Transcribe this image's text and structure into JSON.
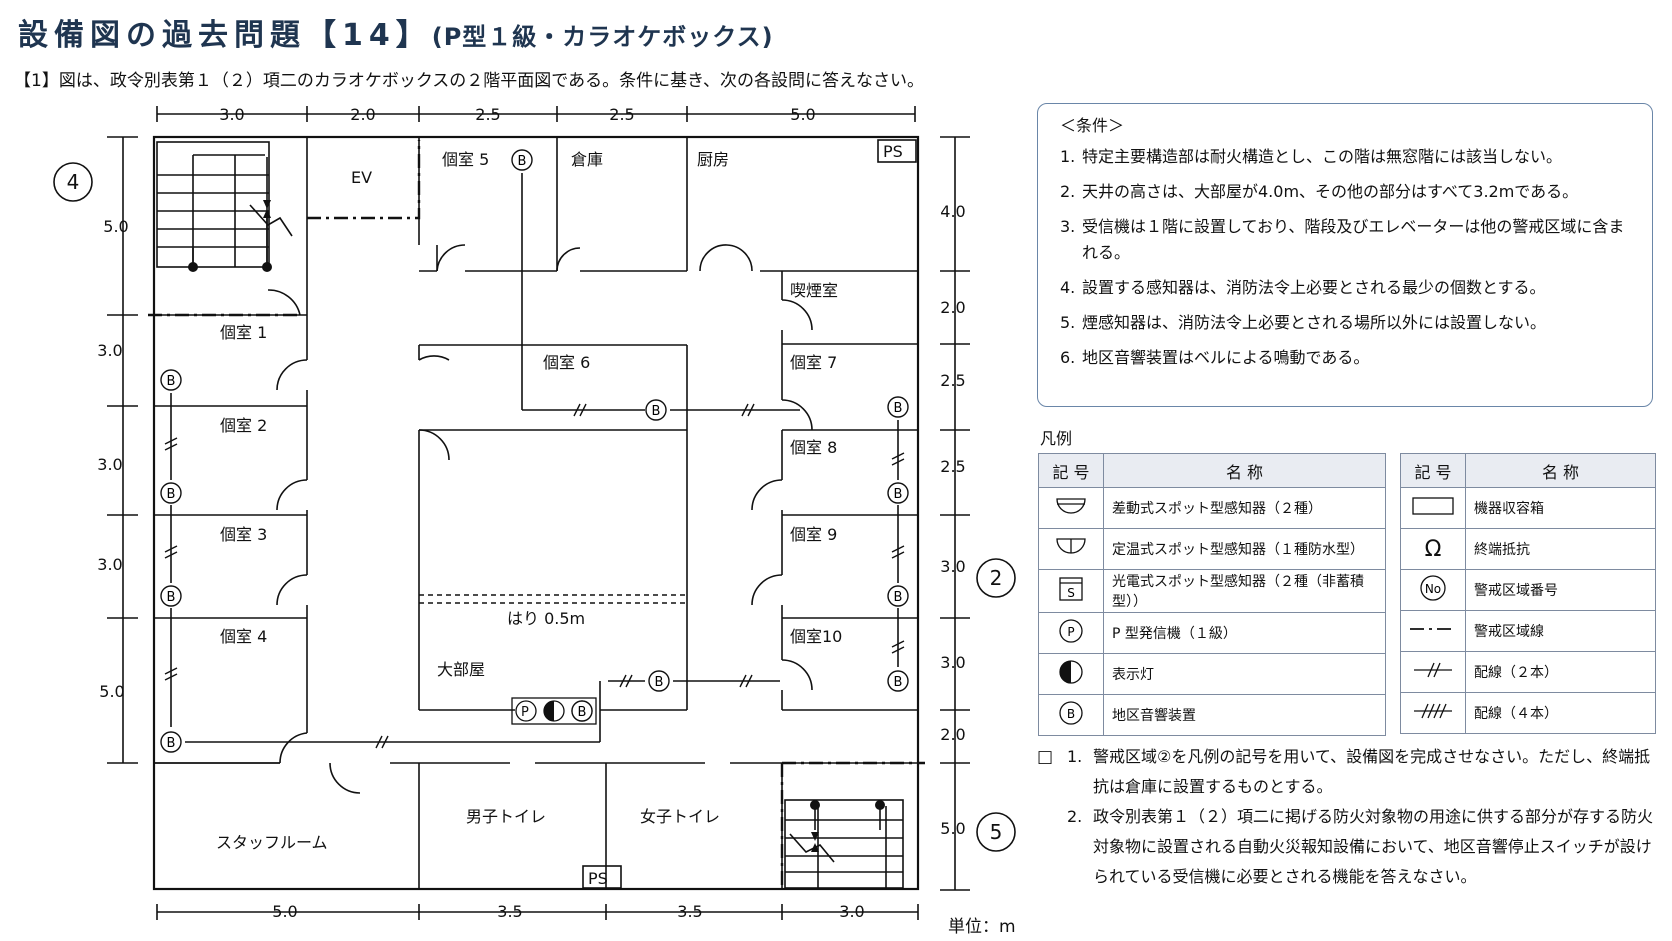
{
  "header": {
    "title": "設備図の過去問題【14】",
    "subtitle": "(P型１級・カラオケボックス)",
    "instruction": "【1】図は、政令別表第１（２）項二のカラオケボックスの２階平面図である。条件に基き、次の各設問に答えなさい。"
  },
  "plan": {
    "dims_top": [
      "3.0",
      "2.0",
      "2.5",
      "2.5",
      "5.0"
    ],
    "dims_bottom": [
      "5.0",
      "3.5",
      "3.5",
      "3.0"
    ],
    "dims_left": [
      "5.0",
      "3.0",
      "3.0",
      "3.0",
      "5.0"
    ],
    "dims_right": [
      "4.0",
      "2.0",
      "2.5",
      "2.5",
      "3.0",
      "3.0",
      "2.0",
      "5.0"
    ],
    "zones": {
      "z4": "4",
      "z2": "2",
      "z5": "5"
    },
    "rooms": {
      "ev": "EV",
      "r5": "個室 5",
      "storage": "倉庫",
      "kitchen": "厨房",
      "ps_top": "PS",
      "smoking": "喫煙室",
      "r1": "個室 1",
      "r2": "個室 2",
      "r3": "個室 3",
      "r4": "個室 4",
      "r6": "個室 6",
      "r7": "個室 7",
      "r8": "個室 8",
      "r9": "個室 9",
      "r10": "個室10",
      "beam": "はり 0.5m",
      "hall": "大部屋",
      "staff": "スタッフルーム",
      "men": "男子トイレ",
      "women": "女子トイレ",
      "ps_bottom": "PS"
    },
    "sym": {
      "b": "B",
      "p": "P"
    },
    "unit": "単位：m"
  },
  "conditions": {
    "heading": "＜条件＞",
    "items": [
      {
        "n": "1.",
        "text": "特定主要構造部は耐火構造とし、この階は無窓階には該当しない。"
      },
      {
        "n": "2.",
        "text": "天井の高さは、大部屋が4.0m、その他の部分はすべて3.2mである。"
      },
      {
        "n": "3.",
        "text": "受信機は１階に設置しており、階段及びエレベーターは他の警戒区域に含まれる。"
      },
      {
        "n": "4.",
        "text": "設置する感知器は、消防法令上必要とされる最少の個数とする。"
      },
      {
        "n": "5.",
        "text": "煙感知器は、消防法令上必要とされる場所以外には設置しない。"
      },
      {
        "n": "6.",
        "text": "地区音響装置はベルによる鳴動である。"
      }
    ]
  },
  "legend": {
    "title": "凡例",
    "col_symbol": "記 号",
    "col_name": "名 称",
    "left": [
      {
        "icon": "dome-half",
        "name": "差動式スポット型感知器（２種）"
      },
      {
        "icon": "dome-split",
        "name": "定温式スポット型感知器（１種防水型）"
      },
      {
        "icon": "s-box",
        "name": "光電式スポット型感知器（２種（非蓄積型））",
        "glyph": "S"
      },
      {
        "icon": "p-circle",
        "name": "P 型発信機（１級）",
        "glyph": "P"
      },
      {
        "icon": "half-circle",
        "name": "表示灯"
      },
      {
        "icon": "b-circle",
        "name": "地区音響装置",
        "glyph": "B"
      }
    ],
    "right": [
      {
        "icon": "rect",
        "name": "機器収容箱"
      },
      {
        "icon": "omega",
        "name": "終端抵抗",
        "glyph": "Ω"
      },
      {
        "icon": "no-circle",
        "name": "警戒区域番号",
        "glyph": "No"
      },
      {
        "icon": "dash-line",
        "name": "警戒区域線"
      },
      {
        "icon": "two-slash",
        "name": "配線（２本）"
      },
      {
        "icon": "four-slash",
        "name": "配線（４本）"
      }
    ]
  },
  "questions": {
    "box": "□",
    "q1_num": "1.",
    "q1": "警戒区域②を凡例の記号を用いて、設備図を完成させなさい。ただし、終端抵抗は倉庫に設置するものとする。",
    "q2_num": "2.",
    "q2": "政令別表第１（２）項二に掲げる防火対象物の用途に供する部分が存する防火対象物に設置される自動火災報知設備において、地区音響停止スイッチが設けられている受信機に必要とされる機能を答えなさい。"
  }
}
